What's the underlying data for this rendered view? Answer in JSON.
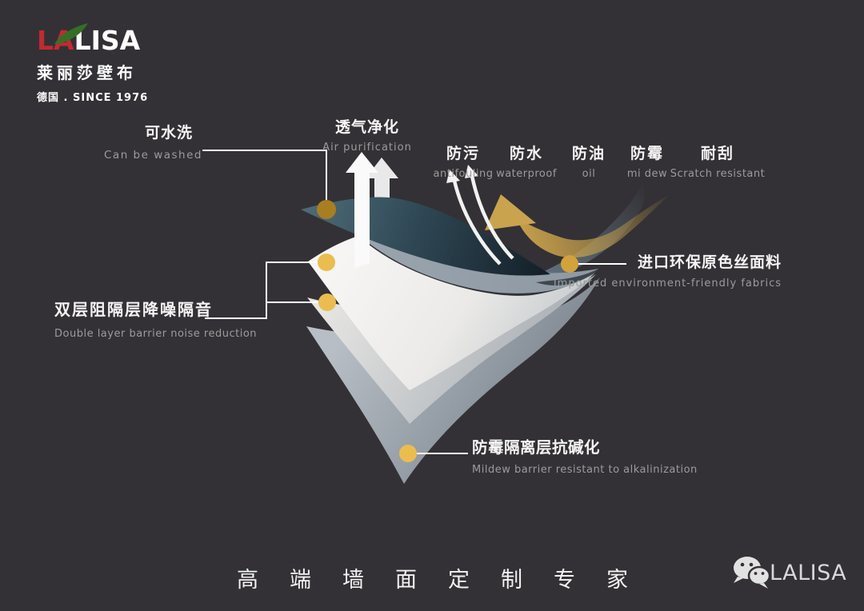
{
  "logo": {
    "brand_red": "LA",
    "brand_white": "LISA",
    "chinese_name": "莱丽莎壁布",
    "since": "德国 . SINCE 1976"
  },
  "labels": {
    "washable": {
      "zh": "可水洗",
      "en": "Can be washed"
    },
    "air": {
      "zh": "透气净化",
      "en": "Air purification"
    },
    "features": [
      {
        "zh": "防污",
        "en": "antifouling"
      },
      {
        "zh": "防水",
        "en": "waterproof"
      },
      {
        "zh": "防油",
        "en": "oil"
      },
      {
        "zh": "防霉",
        "en": "mi dew"
      },
      {
        "zh": "耐刮",
        "en": "Scratch resistant"
      }
    ],
    "imported": {
      "zh": "进口环保原色丝面料",
      "en": "Imported environment-friendly fabrics"
    },
    "noise": {
      "zh": "双层阻隔层降噪隔音",
      "en": "Double layer barrier noise reduction"
    },
    "mildew": {
      "zh": "防霉隔离层抗碱化",
      "en": "Mildew barrier resistant to alkalinization"
    }
  },
  "footer": {
    "slogan": "高端墙面定制专家",
    "brand": "LALISA"
  },
  "colors": {
    "background": "#333135",
    "gold": "#d9a843",
    "accent_red": "#c22a30",
    "leaf_green": "#4c8a2e",
    "teal_layer": "#324a58"
  }
}
